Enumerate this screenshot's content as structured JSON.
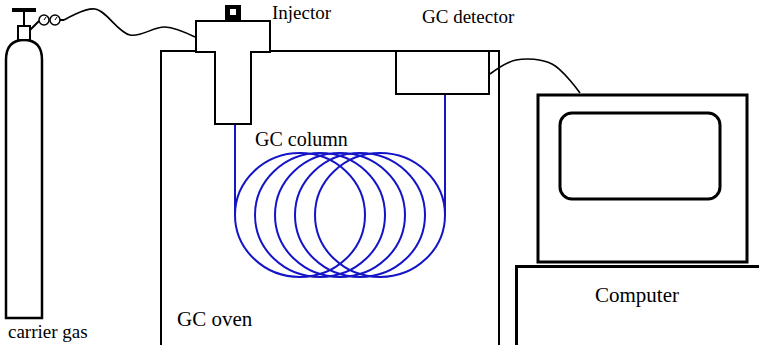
{
  "diagram": {
    "nodes": [
      {
        "text": [
          "carrier gas"
        ]
      },
      {
        "text": [
          "Injector"
        ]
      },
      {
        "text": [
          "GC oven"
        ]
      },
      {
        "text": [
          "GC detector"
        ],
        "in": 2
      },
      {
        "text": [
          "Computer"
        ]
      }
    ],
    "edges": [
      {
        "from": 0,
        "to": 1,
        "arrow": "none"
      },
      {
        "from": 3,
        "to": 4,
        "arrow": "none"
      }
    ],
    "labels": [
      "GC column"
    ]
  }
}
